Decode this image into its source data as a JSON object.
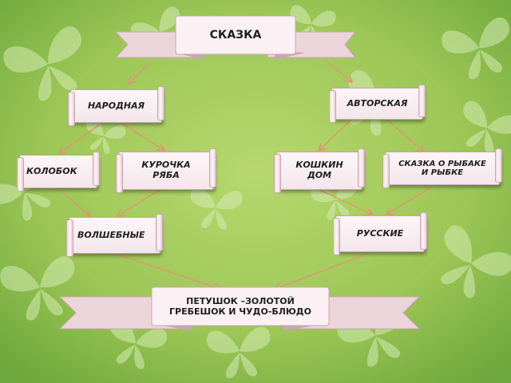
{
  "title": "СКАЗКА",
  "level1": {
    "left": "НАРОДНАЯ",
    "right": "АВТОРСКАЯ"
  },
  "level2": {
    "kolobok": "КОЛОБОК",
    "kurochka": "КУРОЧКА РЯБА",
    "koshkin": "КОШКИН ДОМ",
    "rybak": "СКАЗКА О РЫБАКЕ И РЫБКЕ"
  },
  "level3": {
    "left": "ВОЛШЕБНЫЕ",
    "right": "РУССКИЕ"
  },
  "bottom": "ПЕТУШОК –ЗОЛОТОЙ ГРЕБЕШОК И ЧУДО-БЛЮДО",
  "colors": {
    "background": "#9fc95a",
    "arrow": "#e0966e",
    "butterfly": "#c9e6a6"
  },
  "decoration": "butterfly-pattern"
}
